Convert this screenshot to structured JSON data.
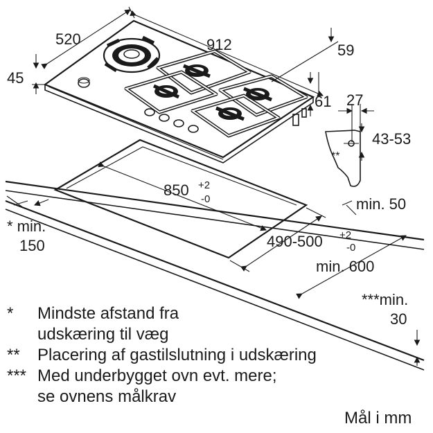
{
  "dimensions": {
    "depth": "520",
    "width": "912",
    "d59": "59",
    "d45": "45",
    "d61": "61",
    "d27": "27",
    "d4353": "43-53",
    "cutout_w": "850",
    "cutout_w_tol_plus": "+2",
    "cutout_w_tol_minus": "-0",
    "cutout_d": "490-500",
    "cutout_d_tol_plus": "+2",
    "cutout_d_tol_minus": "-0",
    "min50": "min. 50",
    "min600": "min. 600",
    "min150_a": "* min.",
    "min150_b": "150",
    "min30_a": "***min.",
    "min30_b": "30",
    "double_star": "**"
  },
  "legend": [
    {
      "mark": "*",
      "lines": [
        "Mindste afstand fra",
        "udskæring til væg"
      ]
    },
    {
      "mark": "**",
      "lines": [
        "Placering af gastilslutning i udskæring"
      ]
    },
    {
      "mark": "***",
      "lines": [
        "Med underbygget ovn evt. mere;",
        "se ovnens målkrav"
      ]
    }
  ],
  "unit_note": "Mål i mm"
}
